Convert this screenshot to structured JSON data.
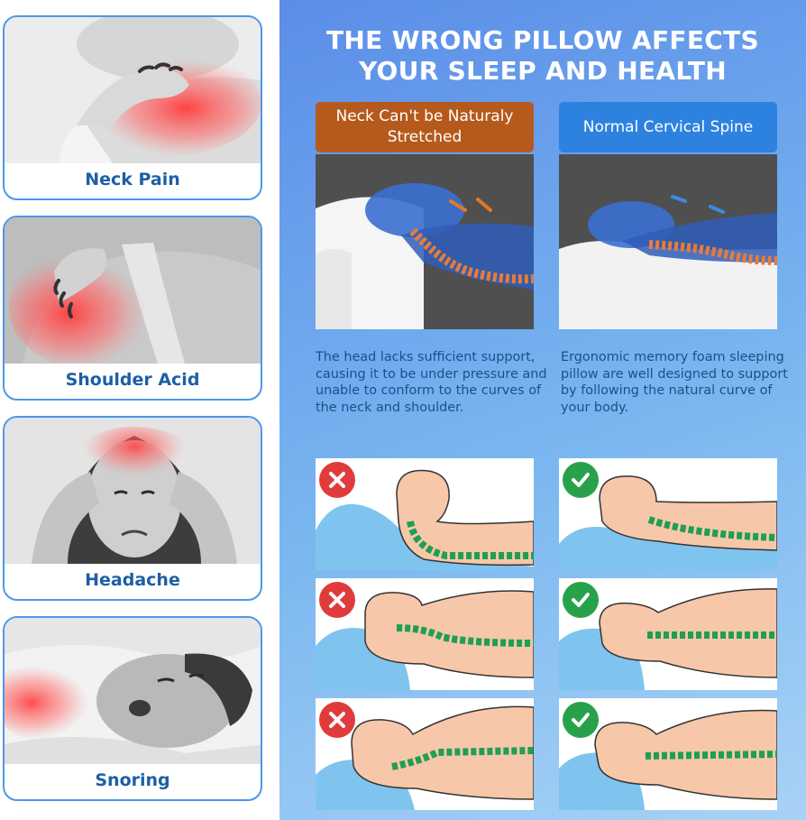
{
  "symptoms": [
    {
      "label": "Neck Pain"
    },
    {
      "label": "Shoulder Acid"
    },
    {
      "label": "Headache"
    },
    {
      "label": "Snoring"
    }
  ],
  "headline": {
    "line1": "THE WRONG PILLOW AFFECTS",
    "line2": "YOUR SLEEP AND HEALTH"
  },
  "comparison": {
    "bad": {
      "title": "Neck Can't be Naturaly Stretched",
      "description": "The head lacks sufficient support, causing it to be under pressure and unable to conform to the curves of the neck and shoulder."
    },
    "good": {
      "title": "Normal Cervical Spine",
      "description": "Ergonomic memory foam sleeping pillow are well designed to support by following the natural curve of your body."
    }
  },
  "colors": {
    "accent_blue": "#4a98e8",
    "bad_orange": "#b55a1c",
    "good_blue": "#2d82e0",
    "wrong_red": "#e03b3b",
    "right_green": "#27a24a",
    "spine_green": "#1f9e55"
  },
  "icons": {
    "wrong": "x-circle-icon",
    "right": "check-circle-icon"
  }
}
